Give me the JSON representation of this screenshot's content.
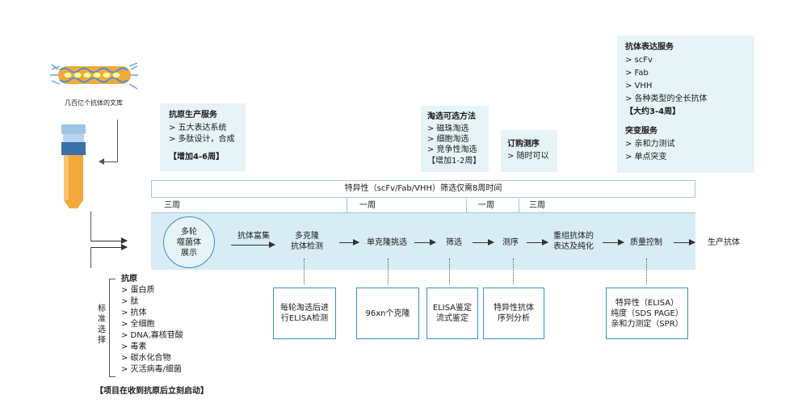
{
  "library": {
    "caption": "几百亿个抗体的文库"
  },
  "antigen_service": {
    "title": "抗原生产服务",
    "items": [
      "> 五大表达系统",
      "> 多肽设计，合成"
    ],
    "note": "【增加4-6周】"
  },
  "panning": {
    "title": "淘选可选方法",
    "items": [
      "> 磁珠淘选",
      "> 细胞淘选",
      "> 竞争性淘选"
    ],
    "note": "【增加1-2周】"
  },
  "sequencing": {
    "title": "订购测序",
    "item": "> 随时可以"
  },
  "expression": {
    "title": "抗体表达服务",
    "items": [
      "> scFv",
      "> Fab",
      "> VHH",
      "> 各种类型的全长抗体"
    ],
    "note": "【大约3-4周】",
    "mutation_title": "突变服务",
    "mutation_items": [
      "> 亲和力测试",
      "> 单点突变"
    ]
  },
  "header": {
    "text": "特异性（scFv/Fab/VHH）筛选仅需8周时间"
  },
  "weeks": [
    "三周",
    "一周",
    "一周",
    "三周"
  ],
  "flow": {
    "start_line1": "多轮",
    "start_line2": "噬菌体",
    "start_line3": "展示",
    "step_enrich": "抗体富集",
    "step_multi_line1": "多克隆",
    "step_multi_line2": "抗体检测",
    "step_mono": "单克隆挑选",
    "step_screen": "筛选",
    "step_seq": "测序",
    "step_recomb_line1": "重组抗体的",
    "step_recomb_line2": "表达及纯化",
    "step_qc": "质量控制",
    "end": "生产抗体"
  },
  "details": {
    "elisa_line1": "每轮淘选后进",
    "elisa_line2": "行ELISA检测",
    "clones": "96xn个克隆",
    "screen_line1": "ELISA鉴定",
    "screen_line2": "流式鉴定",
    "seq_line1": "特异性抗体",
    "seq_line2": "序列分析",
    "qc_line1": "特异性（ELISA）",
    "qc_line2": "纯度（SDS PAGE）",
    "qc_line3": "亲和力测定（SPR）"
  },
  "antigen": {
    "vertical_label": [
      "标",
      "准",
      "选",
      "择"
    ],
    "title": "抗原",
    "items": [
      "> 蛋白质",
      "> 肽",
      "> 抗体",
      "> 全细胞",
      "> DNA,寡核苷酸",
      "> 毒素",
      "> 碳水化合物",
      "> 灭活病毒/细菌"
    ],
    "footer": "【项目在收到抗原后立刻启动】"
  },
  "colors": {
    "panel": "#e6f4f7",
    "band": "#d8ecf6",
    "accent": "#3a8fc4",
    "tube_orange": "#f2a93b"
  }
}
